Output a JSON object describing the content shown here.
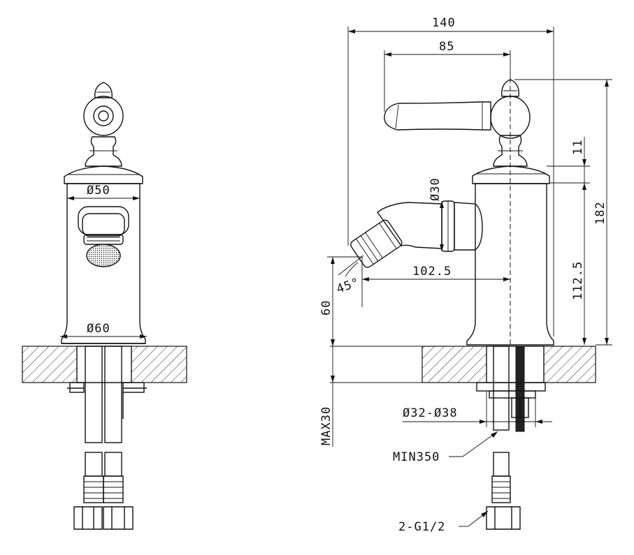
{
  "dimensions": {
    "d50": "Ø50",
    "d60": "Ø60",
    "w140": "140",
    "w85": "85",
    "d30": "Ø30",
    "h11": "11",
    "h182": "182",
    "h112": "112.5",
    "w102": "102.5",
    "angle45": "45°",
    "h60": "60",
    "max30": "MAX30",
    "d32_38": "Ø32-Ø38",
    "min350": "MIN350",
    "thread": "2-G1/2"
  }
}
